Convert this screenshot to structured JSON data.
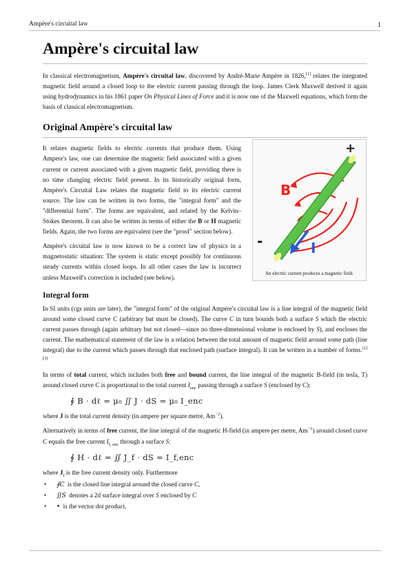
{
  "header": {
    "running_title": "Ampère's circuital law",
    "page_number": "1"
  },
  "title": "Ampère's circuital law",
  "intro": {
    "t1": "In classical electromagnetism, ",
    "bold1": "Ampère's circuital law",
    "t2": ", discovered by André-Marie Ampère in 1826,",
    "ref1": "[1]",
    "t3": " relates the integrated magnetic field around a closed loop to the electric current passing through the loop. James Clerk Maxwell derived it again using hydrodynamics in his 1861 paper ",
    "italic1": "On Physical Lines of Force",
    "t4": " and it is now one of the Maxwell equations, which form the basis of classical electromagnetism."
  },
  "section_original": {
    "heading": "Original Ampère's circuital law",
    "p1_a": "It relates magnetic fields to electric currents that produce them. Using Ampere's law, one can determine the magnetic field associated with a given current or current associated with a given magnetic field, providing there is no time changing electric field present. In its historically original form, Ampère's Circuital Law relates the magnetic field to its electric current source. The law can be written in two forms, the \"integral form\" and the \"differential form\". The forms are equivalent, and related by the Kelvin–Stokes theorem. It can also be written in terms of either the ",
    "p1_B": "B",
    "p1_or": " or ",
    "p1_H": "H",
    "p1_b": " magnetic fields. Again, the two forms are equivalent (see the \"proof\" section below).",
    "p2": "Ampère's circuital law is now known to be a correct law of physics in a magnetostatic situation: The system is static except possibly for continuous steady currents within closed loops. In all other cases the law is incorrect unless Maxwell's correction is included (see below).",
    "figure": {
      "caption": "An electric current produces a magnetic field.",
      "plus": "+",
      "minus": "-",
      "label_B": "B",
      "label_I": "I",
      "color_field": "#e8231f",
      "color_current": "#2a5bd7",
      "color_wire": "#5cc24a"
    }
  },
  "section_integral": {
    "heading": "Integral form",
    "p1_a": "In SI units (cgs units are later), the \"integral form\" of the original Ampère's circuital law is a line integral of the magnetic field around some closed curve ",
    "p1_C": "C",
    "p1_b": " (arbitrary but must be closed). The curve ",
    "p1_C2": "C",
    "p1_c": " in turn bounds both a surface ",
    "p1_S": "S",
    "p1_d": " which the electric current passes through (again arbitrary but not closed—since no three-dimensional volume is enclosed by ",
    "p1_S2": "S",
    "p1_e": "), and encloses the current. The mathematical statement of the law is a relation between the total amount of magnetic field around some path (line integral) due to the current which passes through that enclosed path (surface integral). It can be written in a number of forms.",
    "p1_ref": "[2][3]",
    "p2_a": "In terms of ",
    "p2_total": "total",
    "p2_b": " current, which includes both ",
    "p2_free": "free",
    "p2_c": " and ",
    "p2_bound": "bound",
    "p2_d": " current, the line integral of the magnetic B-field (in tesla, T) around closed curve ",
    "p2_C": "C",
    "p2_e": " is proportional to the total current ",
    "p2_I": "I",
    "p2_enc": "enc",
    "p2_f": " passing through a surface ",
    "p2_S": "S",
    "p2_g": " (enclosed by ",
    "p2_C2": "C",
    "p2_h": "):",
    "eq1": "∮ B · dℓ = μ₀ ∬ J · dS = μ₀ I_enc",
    "p3_a": "where ",
    "p3_J": "J",
    "p3_b": " is the total current density (in ampere per square metre, Am",
    "p3_sup": "−2",
    "p3_c": ").",
    "p4_a": "Alternatively in terms of ",
    "p4_free": "free",
    "p4_b": " current, the line integral of the magnetic H-field (in ampere per metre, Am",
    "p4_sup": "−1",
    "p4_c": ") around closed curve ",
    "p4_C": "C",
    "p4_d": " equals the free current ",
    "p4_I": "I",
    "p4_sub": "f, enc",
    "p4_e": " through a surface ",
    "p4_S": "S",
    "p4_f": ":",
    "eq2": "∮ H · dℓ = ∬ J_f · dS = I_f,enc",
    "p5_a": "where ",
    "p5_J": "J",
    "p5_sub": "f",
    "p5_b": " is the free current density only. Furthermore",
    "bullets": [
      {
        "symbol": "∮C",
        "text": " is the closed line integral around the closed curve ",
        "var": "C",
        "end": ","
      },
      {
        "symbol": "∬S",
        "text": " denotes a 2d surface integral over ",
        "var": "S",
        "mid": " enclosed by ",
        "var2": "C"
      },
      {
        "symbol": "•",
        "text": " is the vector dot product,"
      }
    ],
    "bullet_char": "•"
  }
}
